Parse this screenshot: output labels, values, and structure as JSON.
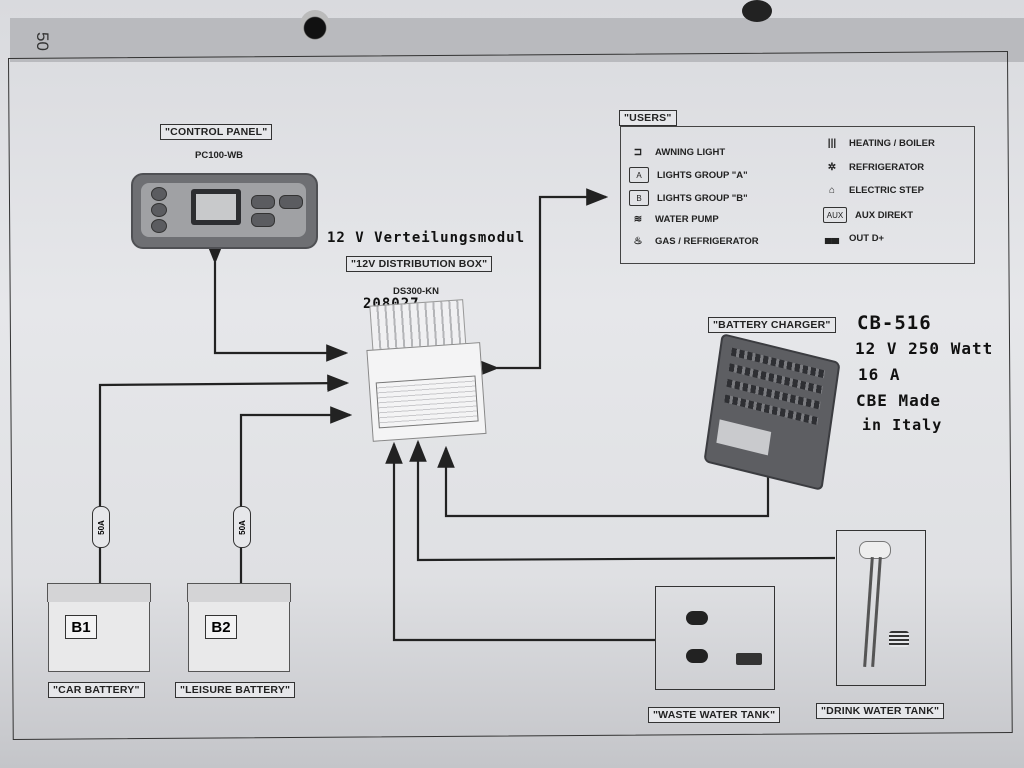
{
  "page_number": "50",
  "control_panel": {
    "caption": "\"CONTROL PANEL\"",
    "model": "PC100-WB"
  },
  "distribution_box": {
    "handwritten_title": "12 V Verteilungsmodul",
    "caption": "\"12V DISTRIBUTION BOX\"",
    "model": "DS300-KN",
    "handwritten_serial": "208027"
  },
  "users": {
    "caption": "\"USERS\"",
    "items_left": [
      {
        "icon": "awning-light-icon",
        "glyph": "⊐",
        "label": "AWNING LIGHT"
      },
      {
        "icon": "lights-group-a-icon",
        "glyph": "A",
        "label": "LIGHTS GROUP \"A\""
      },
      {
        "icon": "lights-group-b-icon",
        "glyph": "B",
        "label": "LIGHTS GROUP \"B\""
      },
      {
        "icon": "water-pump-icon",
        "glyph": "≋",
        "label": "WATER PUMP"
      },
      {
        "icon": "gas-refrigerator-icon",
        "glyph": "♨",
        "label": "GAS / REFRIGERATOR"
      }
    ],
    "items_right": [
      {
        "icon": "heating-boiler-icon",
        "glyph": "|||",
        "label": "HEATING / BOILER"
      },
      {
        "icon": "refrigerator-icon",
        "glyph": "✲",
        "label": "REFRIGERATOR"
      },
      {
        "icon": "electric-step-icon",
        "glyph": "⌂",
        "label": "ELECTRIC STEP"
      },
      {
        "icon": "aux-direkt-icon",
        "glyph": "AUX",
        "label": "AUX DIREKT"
      },
      {
        "icon": "out-d-plus-icon",
        "glyph": "▄▄",
        "label": "OUT D+"
      }
    ]
  },
  "battery_charger": {
    "caption": "\"BATTERY CHARGER\"",
    "handwritten_notes": [
      "CB-516",
      "12 V 250 Watt",
      "16 A",
      "CBE Made",
      "in Italy"
    ]
  },
  "batteries": [
    {
      "id": "B1",
      "caption": "\"CAR BATTERY\"",
      "fuse": "50A"
    },
    {
      "id": "B2",
      "caption": "\"LEISURE BATTERY\"",
      "fuse": "50A"
    }
  ],
  "waste_water_tank": {
    "caption": "\"WASTE WATER TANK\""
  },
  "drink_water_tank": {
    "caption": "\"DRINK WATER TANK\""
  }
}
